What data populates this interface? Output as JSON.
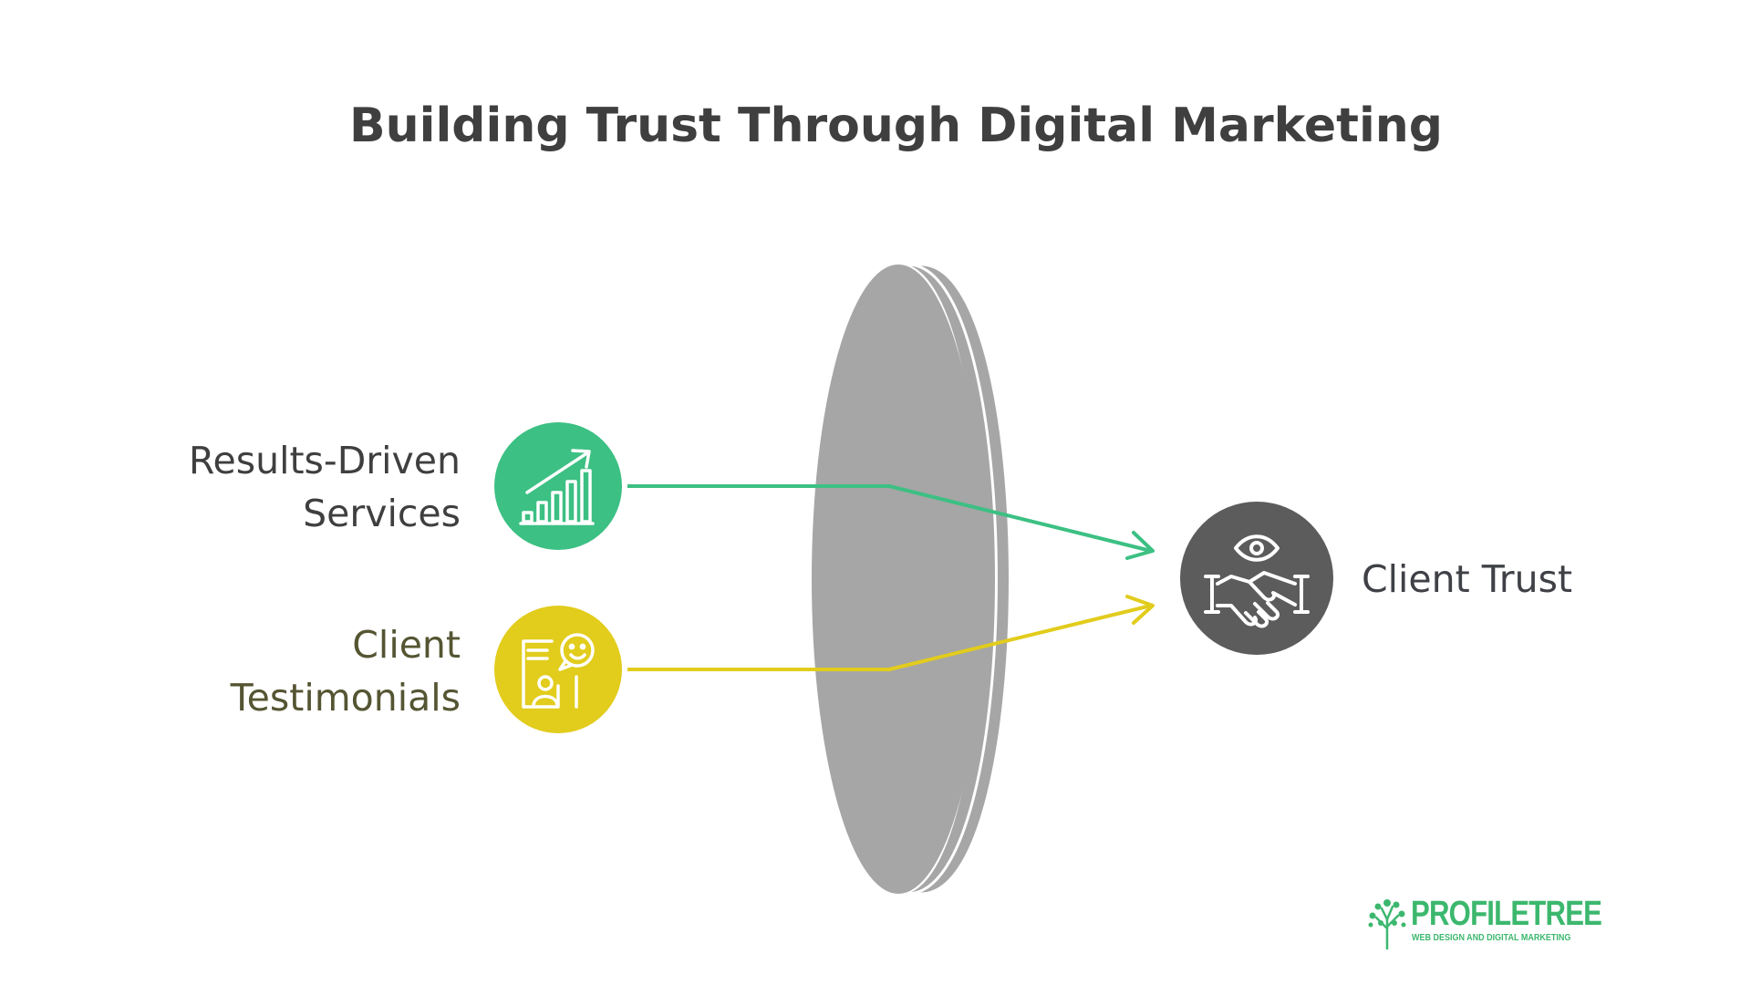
{
  "title": "Building Trust Through Digital Marketing",
  "inputs": [
    {
      "label_lines": [
        "Results-Driven",
        "Services"
      ],
      "icon": "growth-chart-icon",
      "color": "#3cc083"
    },
    {
      "label_lines": [
        "Client",
        "Testimonials"
      ],
      "icon": "testimonial-icon",
      "color": "#e2cc1c"
    }
  ],
  "output": {
    "label": "Client Trust",
    "icon": "eye-handshake-icon",
    "color": "#5c5c5c"
  },
  "lens_color": "#a6a6a6",
  "logo": {
    "name": "PROFILETREE",
    "tagline": "WEB DESIGN AND DIGITAL MARKETING",
    "color": "#3cb86e"
  }
}
